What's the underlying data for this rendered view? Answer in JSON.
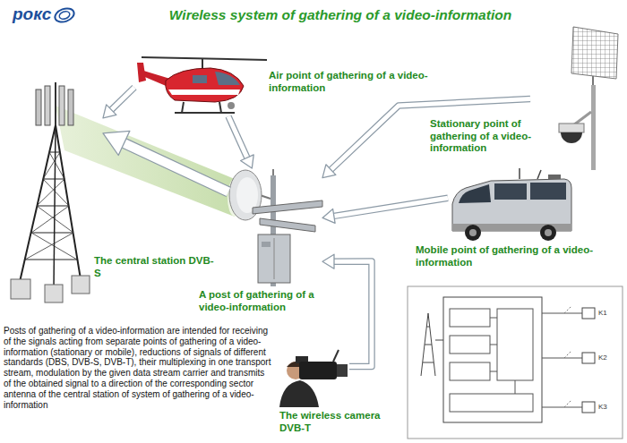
{
  "diagram": {
    "title": "Wireless system of gathering of a video-information",
    "nodes": [
      {
        "text": [
          "Air point of gathering of a video-information"
        ]
      },
      {
        "text": [
          "Stationary point of gathering of a video-information"
        ]
      },
      {
        "text": [
          "Mobile point of gathering of a video-information"
        ]
      },
      {
        "text": [
          "The central station DVB-S"
        ]
      },
      {
        "text": [
          "A post of gathering of a video-information"
        ]
      },
      {
        "text": [
          "The wireless camera DVB-T"
        ]
      }
    ],
    "edges": [
      {
        "from": 0,
        "to": 4,
        "arrow": "to"
      },
      {
        "from": 0,
        "to": 3,
        "arrow": "to"
      },
      {
        "from": 1,
        "to": 4,
        "arrow": "to"
      },
      {
        "from": 2,
        "to": 4,
        "arrow": "to"
      },
      {
        "from": 5,
        "to": 4,
        "arrow": "to"
      },
      {
        "from": 4,
        "to": 3,
        "arrow": "to"
      }
    ],
    "labels": [
      "рокс",
      "Posts of gathering of a video-information are intended for receiving of the signals acting from separate points of gathering of a video-information (stationary or mobile), reductions of signals of different standards (DBS, DVB-S, DVB-T), their multiplexing in one transport stream, modulation by the given data stream carrier and transmits of the obtained signal to a direction of the corresponding sector antenna of the central station of system of gathering of a video-information",
      "K1",
      "K2",
      "K3"
    ]
  }
}
